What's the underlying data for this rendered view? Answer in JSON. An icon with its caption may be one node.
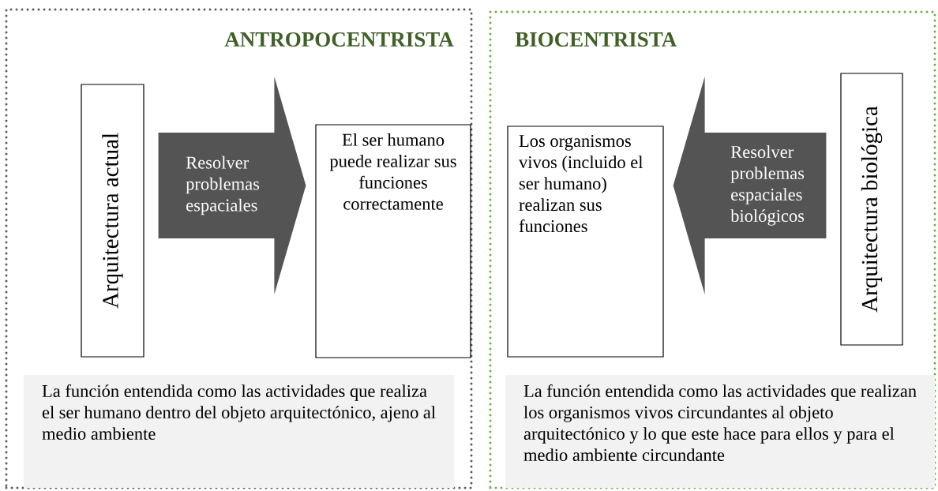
{
  "diagram": {
    "nodes": [
      {
        "text": [
          "ANTROPOCENTRISTA"
        ]
      },
      {
        "text": [
          "Arquitectura actual"
        ],
        "in": 0
      },
      {
        "text": [
          "El ser humano puede realizar sus funciones correctamente"
        ],
        "in": 0
      },
      {
        "text": [
          "La función entendida como las actividades que realiza el ser humano dentro del objeto arquitectónico, ajeno al medio ambiente"
        ],
        "in": 0
      },
      {
        "text": [
          "BIOCENTRISTA"
        ]
      },
      {
        "text": [
          "Los organismos vivos (incluido el ser humano) realizan sus funciones"
        ],
        "in": 4
      },
      {
        "text": [
          "Arquitectura biológica"
        ],
        "in": 4
      },
      {
        "text": [
          "La función entendida como las actividades que realizan los organismos vivos circundantes al objeto arquitectónico y lo que este hace para ellos y para el medio ambiente circundante"
        ],
        "in": 4
      }
    ],
    "edges": [
      {
        "from": 1,
        "to": 2,
        "arrow": "to",
        "label": "Resolver problemas espaciales"
      },
      {
        "from": 6,
        "to": 5,
        "arrow": "to",
        "label": "Resolver problemas espaciales biológicos"
      }
    ]
  }
}
